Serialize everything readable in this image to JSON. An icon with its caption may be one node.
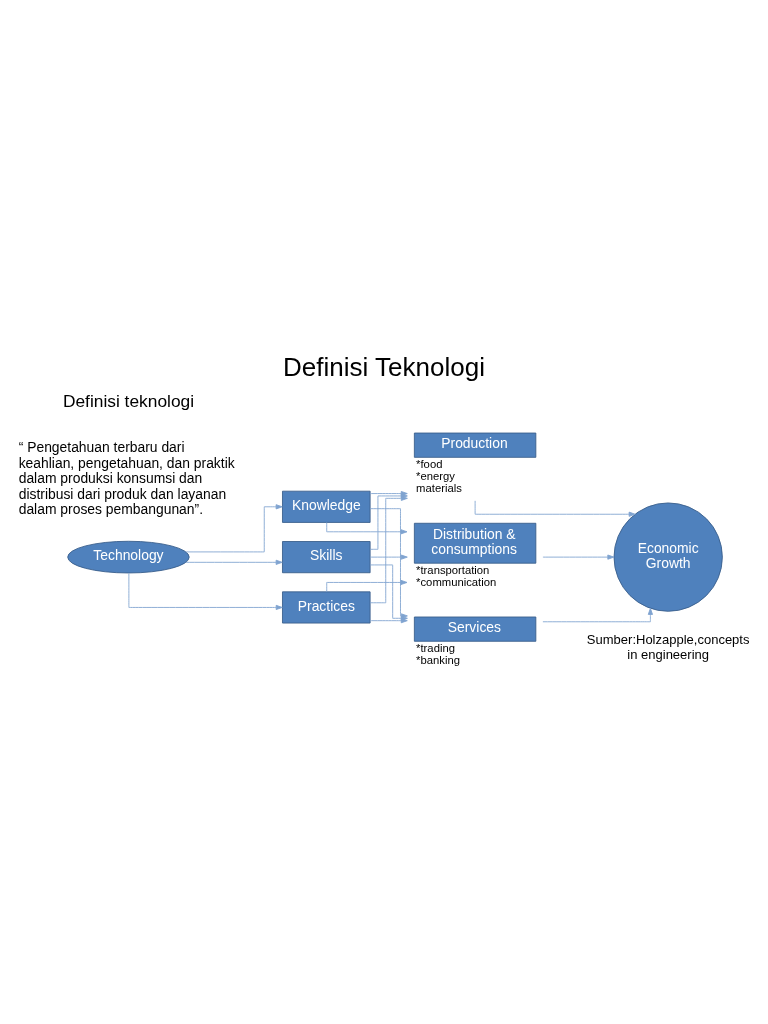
{
  "diagram": {
    "title": "Definisi Teknologi",
    "caption": "Sumber:Holzapple,concepts in engineering",
    "nodes": [
      {
        "text": [
          "Technology"
        ]
      },
      {
        "text": [
          "Knowledge"
        ]
      },
      {
        "text": [
          "Skills"
        ]
      },
      {
        "text": [
          "Practices"
        ]
      },
      {
        "text": [
          "Production"
        ],
        "beside": [
          "*food",
          "*energy",
          "materials"
        ]
      },
      {
        "text": [
          "Distribution & consumptions"
        ],
        "beside": [
          "*transportation",
          "*communication"
        ]
      },
      {
        "text": [
          "Services"
        ],
        "beside": [
          "*trading",
          "*banking"
        ]
      },
      {
        "text": [
          "Economic Growth"
        ]
      }
    ],
    "edges": [
      {
        "from": 0,
        "to": 1,
        "arrow": "to"
      },
      {
        "from": 0,
        "to": 2,
        "arrow": "to"
      },
      {
        "from": 0,
        "to": 3,
        "arrow": "to"
      },
      {
        "from": 1,
        "to": 4,
        "arrow": "to"
      },
      {
        "from": 1,
        "to": 5,
        "arrow": "to"
      },
      {
        "from": 1,
        "to": 6,
        "arrow": "to"
      },
      {
        "from": 2,
        "to": 4,
        "arrow": "to"
      },
      {
        "from": 2,
        "to": 5,
        "arrow": "to"
      },
      {
        "from": 2,
        "to": 6,
        "arrow": "to"
      },
      {
        "from": 3,
        "to": 4,
        "arrow": "to"
      },
      {
        "from": 3,
        "to": 5,
        "arrow": "to"
      },
      {
        "from": 3,
        "to": 6,
        "arrow": "to"
      },
      {
        "from": 4,
        "to": 7,
        "arrow": "to"
      },
      {
        "from": 5,
        "to": 7,
        "arrow": "to"
      },
      {
        "from": 6,
        "to": 7,
        "arrow": "to"
      }
    ],
    "labels": [
      "Definisi teknologi",
      "“ Pengetahuan terbaru dari keahlian, pengetahuan, dan praktik dalam produksi konsumsi dan distribusi dari produk dan layanan dalam proses pembangunan”."
    ]
  }
}
